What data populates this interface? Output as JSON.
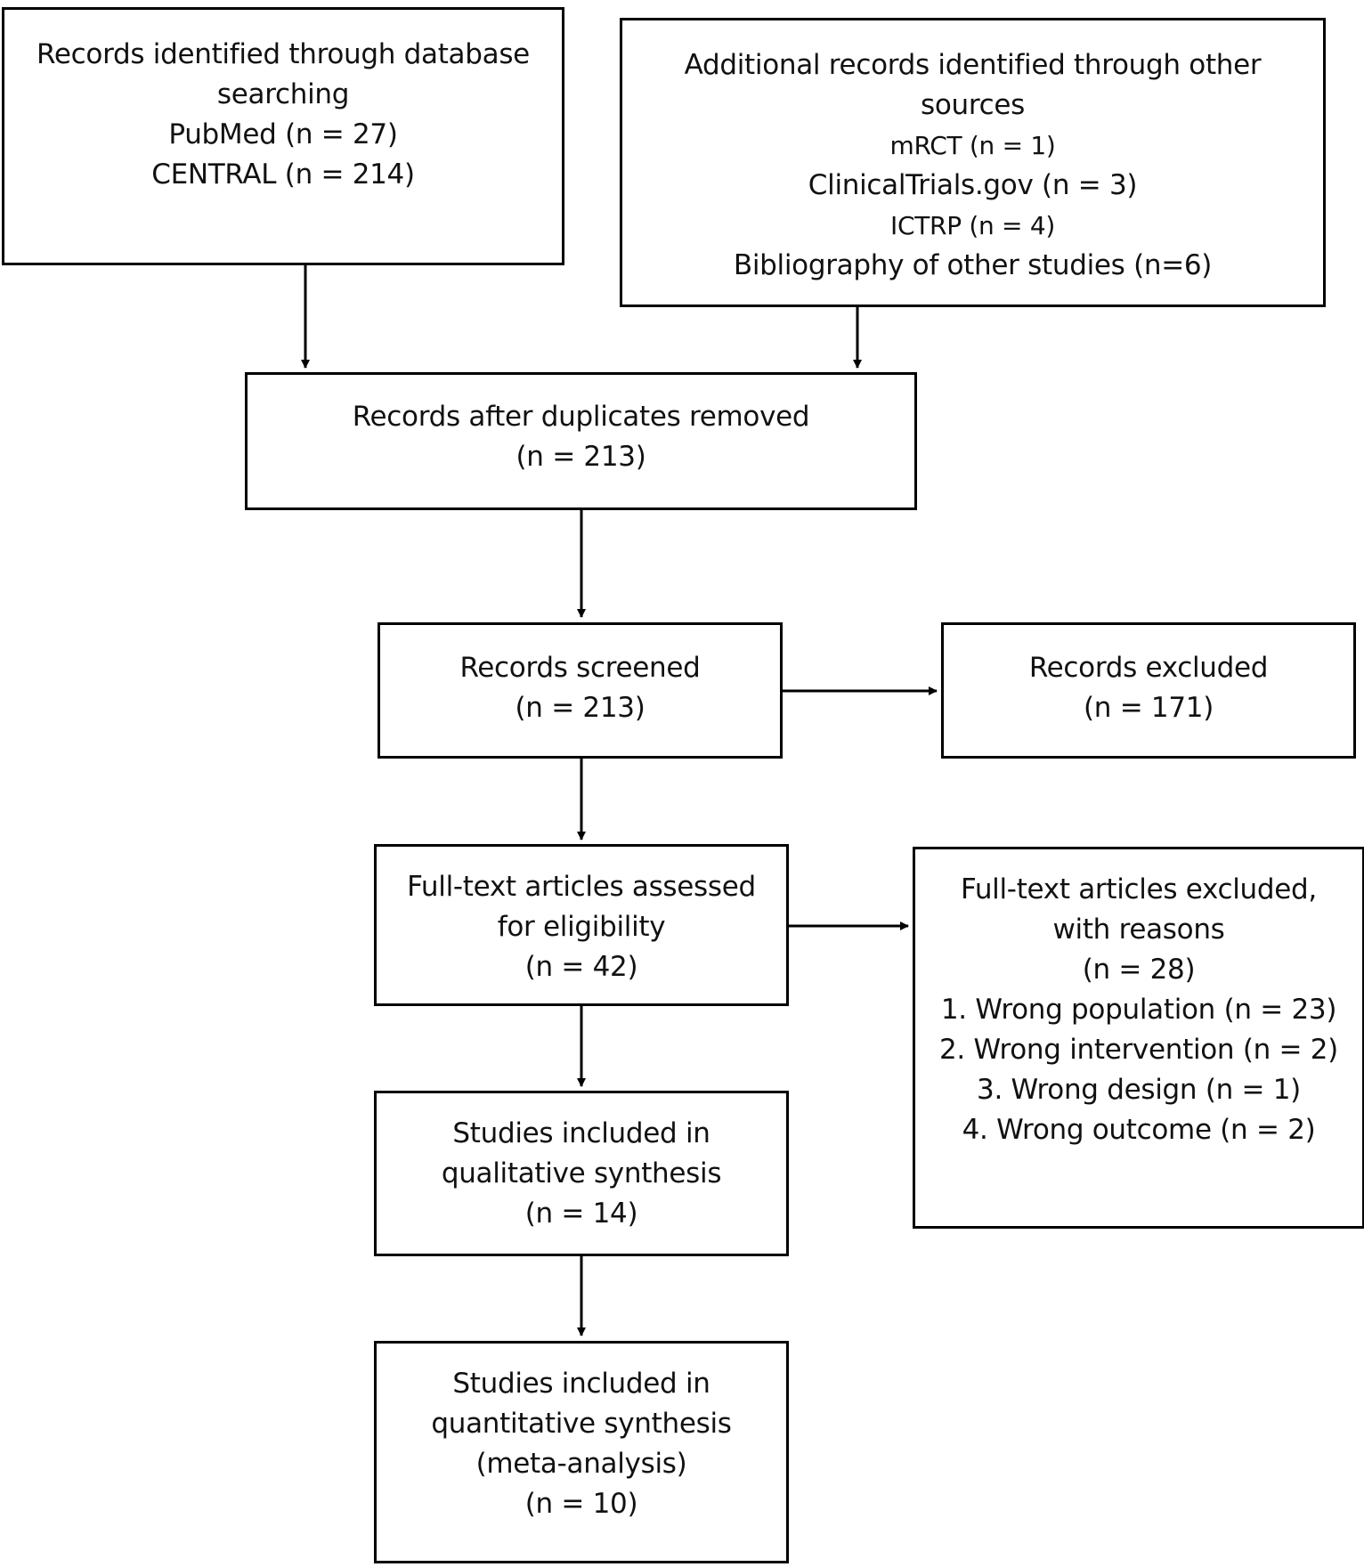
{
  "boxes": {
    "db_search": {
      "lines": [
        "Records identified through database",
        "searching",
        "PubMed (n = 27)",
        "CENTRAL (n = 214)"
      ]
    },
    "other_sources": {
      "lines": [
        "Additional records identified through other",
        "sources",
        "mRCT (n = 1)",
        "ClinicalTrials.gov (n = 3)",
        "ICTRP (n = 4)",
        "Bibliography of other studies (n=6)"
      ]
    },
    "after_duplicates": {
      "lines": [
        "Records after duplicates removed",
        "(n = 213)"
      ]
    },
    "screened": {
      "lines": [
        "Records screened",
        "(n = 213)"
      ]
    },
    "excluded": {
      "lines": [
        "Records excluded",
        "(n = 171)"
      ]
    },
    "fulltext_assessed": {
      "lines": [
        "Full-text articles assessed",
        "for eligibility",
        "(n = 42)"
      ]
    },
    "fulltext_excluded": {
      "lines": [
        "Full-text articles excluded,",
        "with reasons",
        "(n = 28)",
        "1. Wrong population (n = 23)",
        "2. Wrong intervention (n = 2)",
        "3. Wrong design (n = 1)",
        "4. Wrong outcome (n = 2)"
      ]
    },
    "qualitative": {
      "lines": [
        "Studies included in",
        "qualitative synthesis",
        "(n = 14)"
      ]
    },
    "quantitative": {
      "lines": [
        "Studies included in",
        "quantitative synthesis",
        "(meta-analysis)",
        "(n = 10)"
      ]
    }
  }
}
